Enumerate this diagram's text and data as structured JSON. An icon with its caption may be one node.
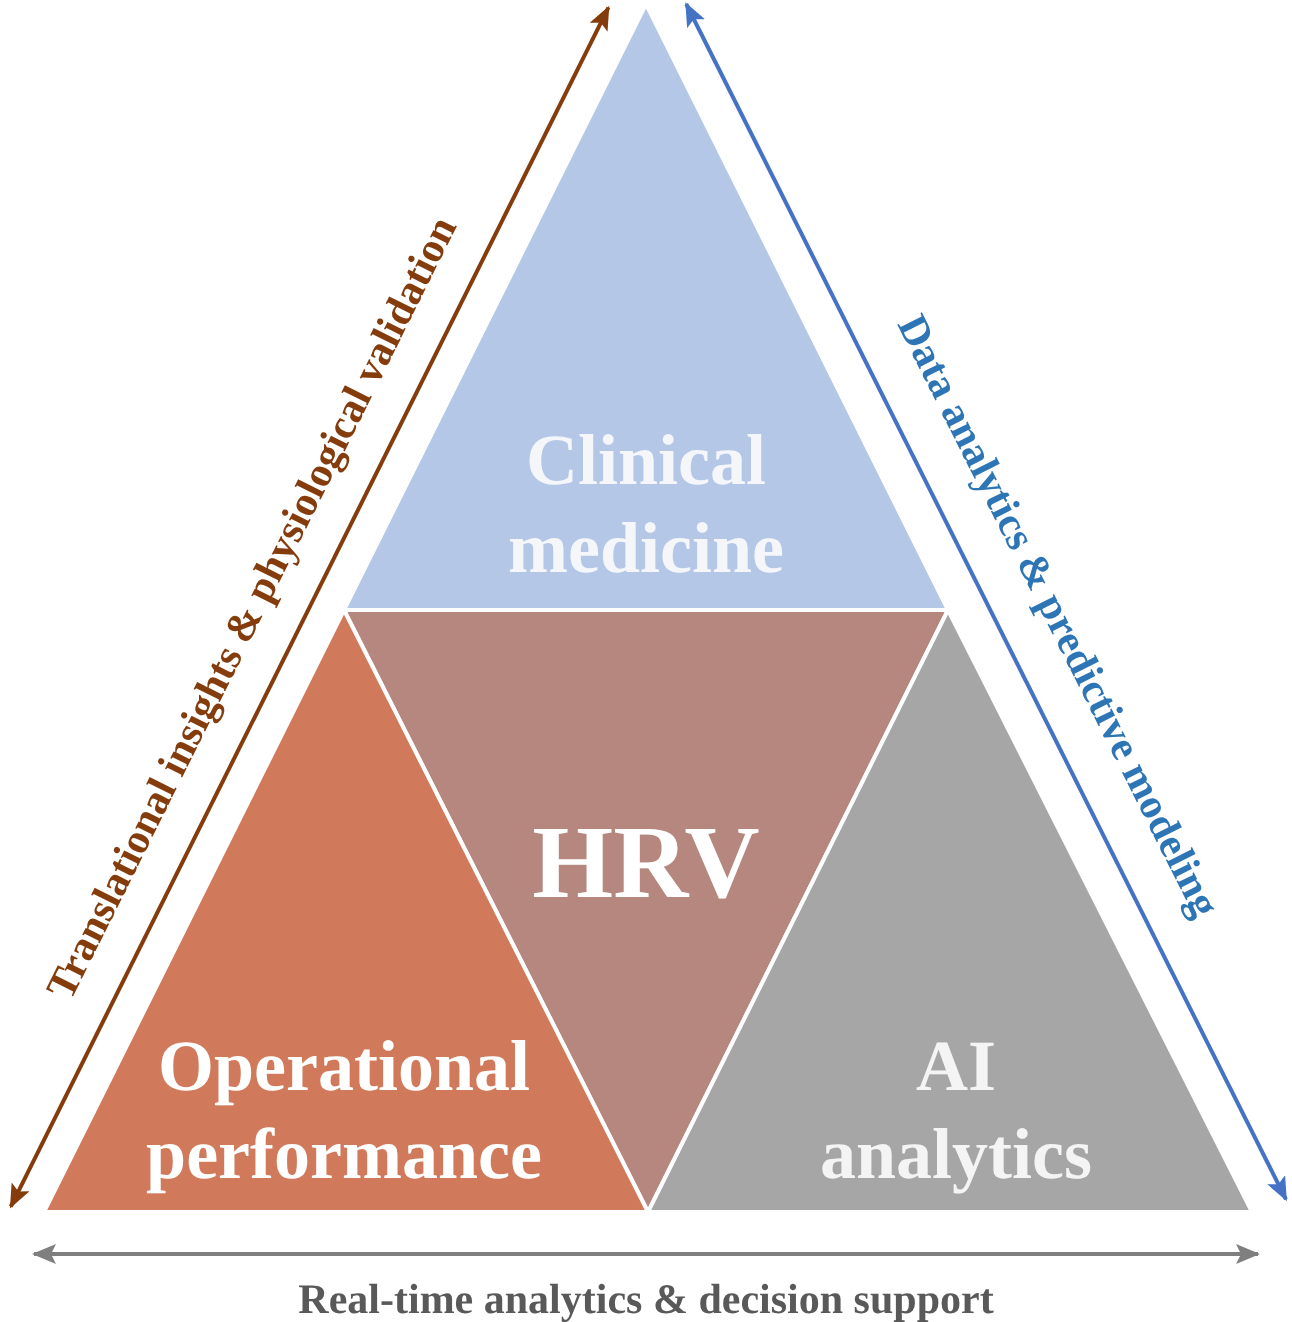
{
  "diagram": {
    "nodes": [
      {
        "text": [
          "Clinical medicine"
        ]
      },
      {
        "text": [
          "HRV"
        ]
      },
      {
        "text": [
          "Operational performance"
        ]
      },
      {
        "text": [
          "AI analytics"
        ]
      }
    ],
    "edges": [
      {
        "from": 0,
        "to": 2,
        "arrow": "both",
        "label": "Translational insights & physiological validation",
        "color": "#843c0c"
      },
      {
        "from": 0,
        "to": 3,
        "arrow": "both",
        "label": "Data analytics & predictive modeling",
        "color": "#4472c4"
      },
      {
        "from": 2,
        "to": 3,
        "arrow": "both",
        "label": "Real-time analytics & decision support",
        "color": "#7f7f7f"
      }
    ]
  }
}
